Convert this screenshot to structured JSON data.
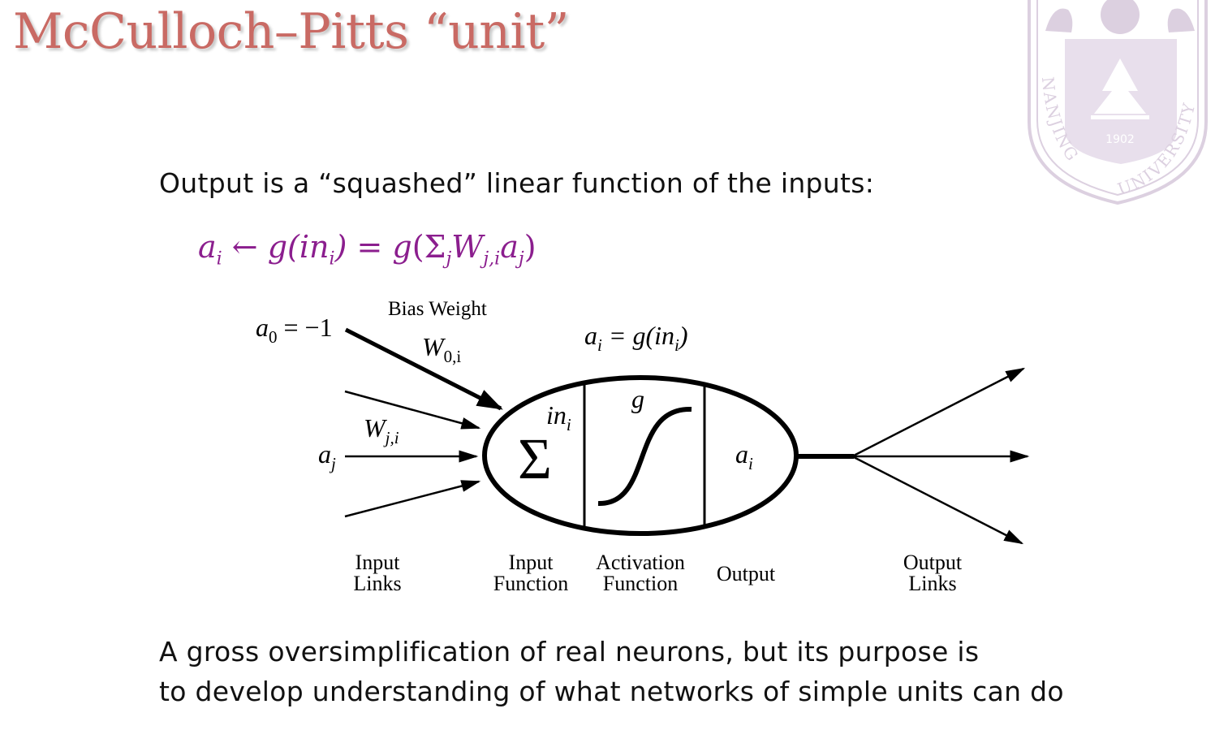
{
  "slide": {
    "title": "McCulloch–Pitts “unit”",
    "intro": "Output is a “squashed” linear function of the inputs:",
    "formula": {
      "lhs": "a",
      "lhs_sub": "i",
      "arrow": "←",
      "g1": "g(in",
      "g1_sub": "i",
      "g1_close": ")",
      "eq": "=",
      "g2": "g",
      "paren_open": "(",
      "sum": "Σ",
      "sum_sub": "j",
      "w": "W",
      "w_sub": "j,i",
      "a": "a",
      "a_sub": "j",
      "paren_close": ")"
    },
    "closing_lines": [
      "A gross oversimplification of real neurons, but its purpose is",
      "to develop understanding of what networks of simple units can do"
    ]
  },
  "logo": {
    "text_left": "NANJING",
    "text_right": "UNIVERSITY",
    "year": "1902",
    "color": "#dcd0e0"
  },
  "diagram": {
    "bias_input": {
      "a": "a",
      "sub": "0",
      "rest": " = −1"
    },
    "bias_weight_label": "Bias Weight",
    "bias_weight": {
      "w": "W",
      "sub": "0,i"
    },
    "activation_eq": {
      "a": "a",
      "a_sub": "i",
      "mid": " = g(in",
      "in_sub": "i",
      "close": ")"
    },
    "link_weight": {
      "w": "W",
      "sub": "j,i"
    },
    "input_activation": {
      "a": "a",
      "sub": "j"
    },
    "in_label": {
      "in": "in",
      "sub": "i"
    },
    "sum_symbol": "Σ",
    "g_label": "g",
    "output_label": {
      "a": "a",
      "sub": "i"
    },
    "bottom_labels": {
      "input_links": [
        "Input",
        "Links"
      ],
      "input_function": [
        "Input",
        "Function"
      ],
      "activation_function": [
        "Activation",
        "Function"
      ],
      "output": [
        "Output"
      ],
      "output_links": [
        "Output",
        "Links"
      ]
    },
    "colors": {
      "title": "#c96a64",
      "formula": "#8b1e8e",
      "stroke": "#000000"
    }
  }
}
